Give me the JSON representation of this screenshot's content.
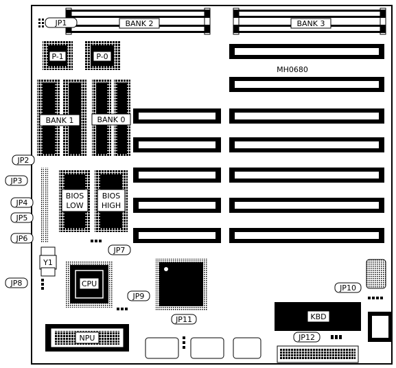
{
  "board": {
    "model": "MH0680",
    "banks": {
      "bank0": "BANK 0",
      "bank1": "BANK 1",
      "bank2": "BANK 2",
      "bank3": "BANK 3"
    },
    "parity": {
      "p0": "P-0",
      "p1": "P-1"
    },
    "bios": {
      "low_line1": "BIOS",
      "low_line2": "LOW",
      "high_line1": "BIOS",
      "high_line2": "HIGH"
    },
    "chips": {
      "cpu": "CPU",
      "npu": "NPU",
      "kbd": "KBD",
      "crystal": "Y1"
    },
    "jumpers": {
      "jp1": "JP1",
      "jp2": "JP2",
      "jp3": "JP3",
      "jp4": "JP4",
      "jp5": "JP5",
      "jp6": "JP6",
      "jp7": "JP7",
      "jp8": "JP8",
      "jp9": "JP9",
      "jp10": "JP10",
      "jp11": "JP11",
      "jp12": "JP12"
    }
  }
}
